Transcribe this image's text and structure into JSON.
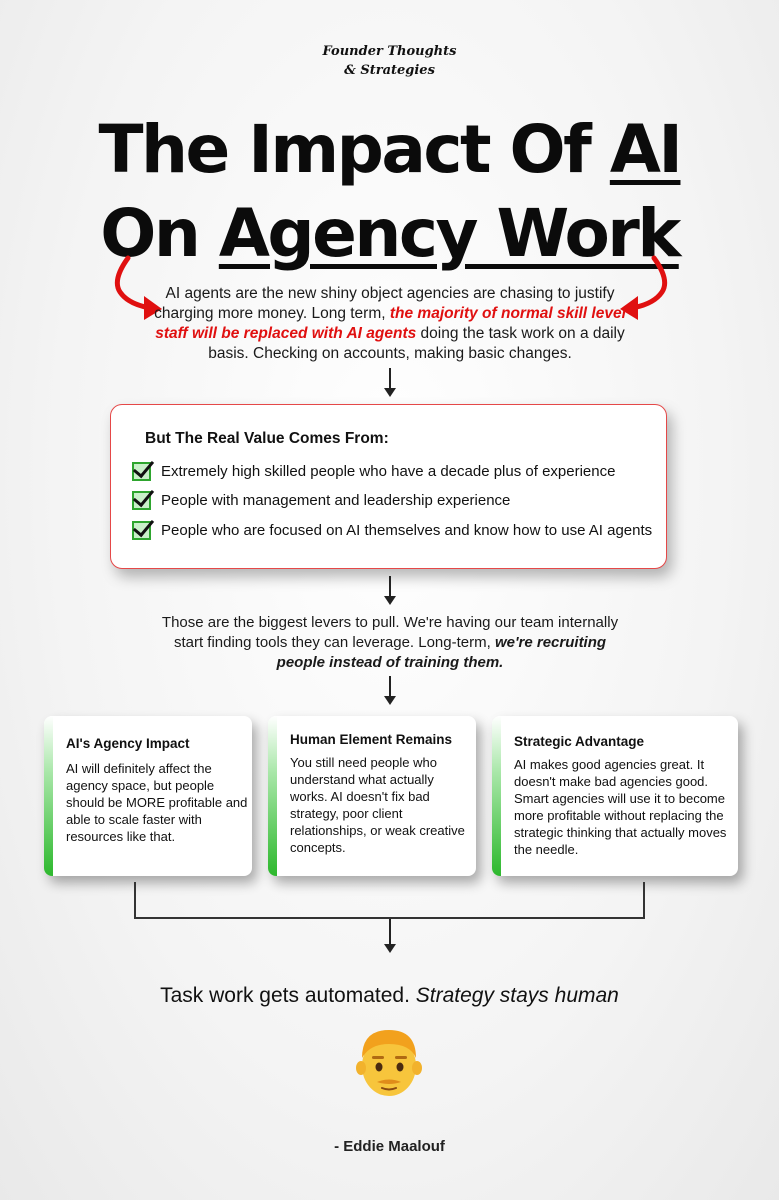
{
  "logo": {
    "line1": "Founder Thoughts",
    "line2": "& Strategies"
  },
  "title": {
    "line1_prefix": "The Impact Of ",
    "line1_underlined": "AI",
    "line2_prefix": "On ",
    "line2_underlined": "Agency Work"
  },
  "intro": {
    "part1": "AI agents are the new shiny object agencies are chasing to justify charging more money. Long term, ",
    "highlight": "the majority of normal skill level staff will be replaced with AI agents",
    "part2": " doing the task work on a daily basis. Checking on accounts, making basic changes."
  },
  "value_box": {
    "title": "But The Real Value Comes From:",
    "items": [
      "Extremely high skilled people who have a decade plus of experience",
      "People with management and leadership experience",
      "People who are focused on AI themselves and know how to use AI agents"
    ]
  },
  "middle": {
    "part1": "Those are the biggest levers to pull. We're having our team internally start finding tools they can leverage. Long-term, ",
    "emphasis": "we're recruiting people instead of training them."
  },
  "cards": [
    {
      "title": "AI's Agency Impact",
      "body": "AI will definitely affect the agency space, but people should be MORE profitable and able to scale faster with resources like that."
    },
    {
      "title": "Human Element Remains",
      "body": "You still need people who understand what actually works. AI doesn't fix bad strategy, poor client relationships, or weak creative concepts."
    },
    {
      "title": "Strategic Advantage",
      "body": "AI makes good agencies great. It doesn't make bad agencies good. Smart agencies will use it to become more profitable without replacing the strategic thinking that actually moves the needle."
    }
  ],
  "closing": {
    "part1": "Task work gets automated. ",
    "emphasis": "Strategy stays human"
  },
  "signature": "- Eddie Maalouf",
  "colors": {
    "accent_red": "#e01010",
    "accent_green": "#2db82d",
    "box_border": "#e54848"
  },
  "icons": [
    "curved-red-arrow-icon",
    "down-arrow-icon",
    "checkmark-icon",
    "man-emoji-icon"
  ]
}
